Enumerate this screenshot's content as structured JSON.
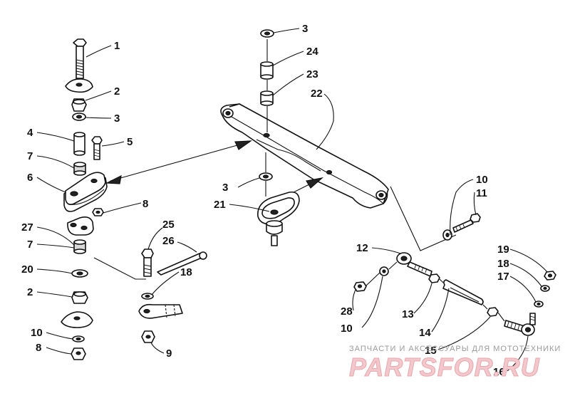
{
  "callouts": {
    "c1": "1",
    "c2a": "2",
    "c3a": "3",
    "c4": "4",
    "c5": "5",
    "c7a": "7",
    "c6": "6",
    "c8a": "8",
    "c27": "27",
    "c7b": "7",
    "c20": "20",
    "c2b": "2",
    "c10a": "10",
    "c8b": "8",
    "c25": "25",
    "c26": "26",
    "c18a": "18",
    "c9": "9",
    "c3b": "3",
    "c24": "24",
    "c23": "23",
    "c22": "22",
    "c3c": "3",
    "c21": "21",
    "c10b": "10",
    "c11": "11",
    "c12": "12",
    "c19": "19",
    "c18b": "18",
    "c17": "17",
    "c28": "28",
    "c10c": "10",
    "c13": "13",
    "c14": "14",
    "c15": "15",
    "c16": "16"
  },
  "watermark": {
    "tagline": "ЗАПЧАСТИ И АКСЕССУАРЫ ДЛЯ МОТОТЕХНИКИ",
    "logo": "PARTSFOR.RU"
  }
}
